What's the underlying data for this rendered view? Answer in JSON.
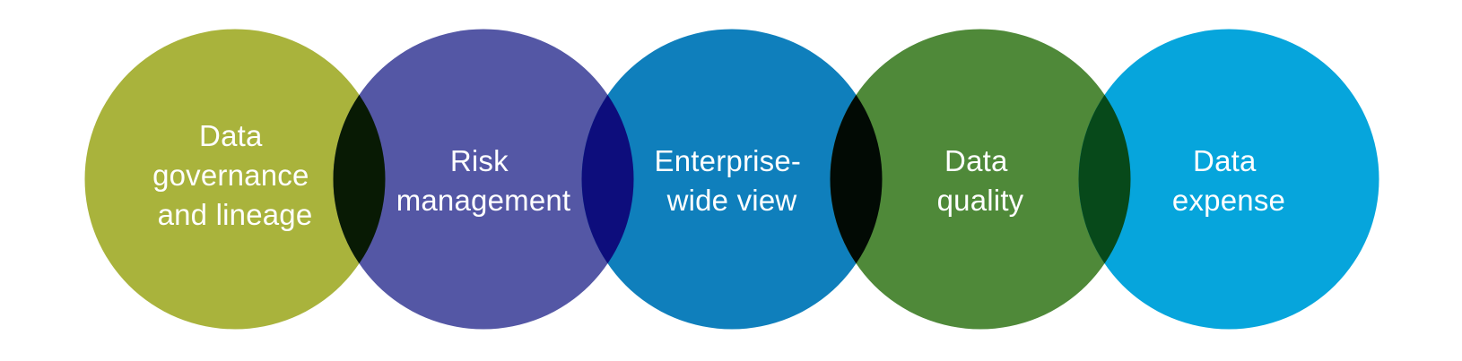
{
  "diagram": {
    "type": "overlapping-circles",
    "background_color": "#ffffff",
    "text_color": "#ffffff",
    "circles": [
      {
        "name": "data-governance-and-lineage",
        "label": "Data governance and lineage",
        "lines": [
          "Data",
          "governance",
          "and lineage"
        ],
        "color": "#a9b33c"
      },
      {
        "name": "risk-management",
        "label": "Risk management",
        "lines": [
          "Risk",
          "management"
        ],
        "color": "#5457a5"
      },
      {
        "name": "enterprise-wide-view",
        "label": "Enterprise-wide view",
        "lines": [
          "Enterprise-",
          "wide view"
        ],
        "color": "#0f7fbc"
      },
      {
        "name": "data-quality",
        "label": "Data quality",
        "lines": [
          "Data",
          "quality"
        ],
        "color": "#4f8939"
      },
      {
        "name": "data-expense",
        "label": "Data expense",
        "lines": [
          "Data",
          "expense"
        ],
        "color": "#06a5dc"
      }
    ],
    "overlaps": [
      {
        "between": "data-governance-and-lineage & risk-management",
        "color": "#081a04"
      },
      {
        "between": "risk-management & enterprise-wide-view",
        "color": "#0d0d7c"
      },
      {
        "between": "enterprise-wide-view & data-quality",
        "color": "#020a04"
      },
      {
        "between": "data-quality & data-expense",
        "color": "#07491a"
      }
    ]
  }
}
